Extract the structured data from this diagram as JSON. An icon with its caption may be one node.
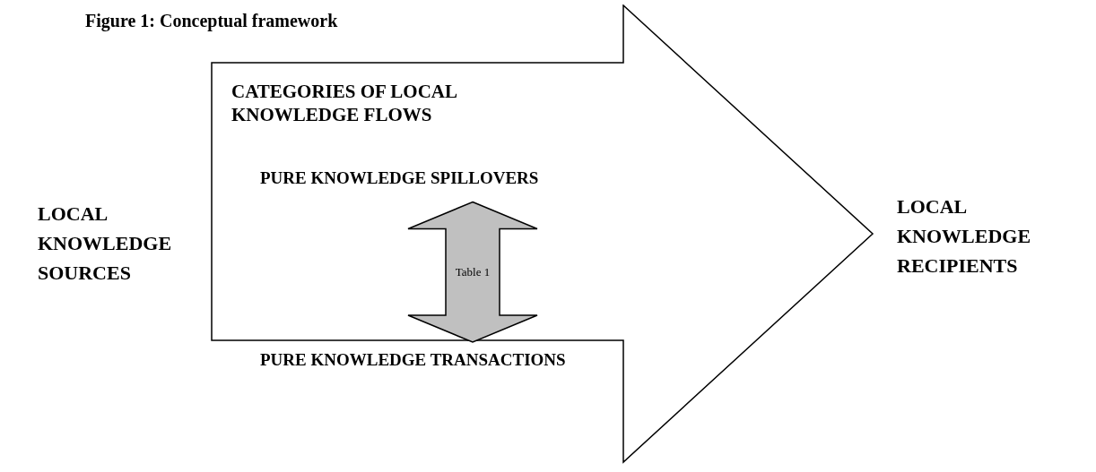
{
  "diagram": {
    "title": "Figure 1: Conceptual framework",
    "nodes": [
      {
        "text": [
          "LOCAL KNOWLEDGE SOURCES"
        ]
      },
      {
        "text": [
          "CATEGORIES OF LOCAL KNOWLEDGE FLOWS"
        ]
      },
      {
        "text": [
          "PURE KNOWLEDGE SPILLOVERS"
        ],
        "in": 1
      },
      {
        "text": [
          "PURE KNOWLEDGE TRANSACTIONS"
        ],
        "in": 1
      },
      {
        "text": [
          "LOCAL KNOWLEDGE RECIPIENTS"
        ]
      }
    ],
    "edges": [
      {
        "from": 2,
        "to": 3,
        "arrow": "both",
        "label": "Table 1",
        "style": "thick"
      }
    ]
  }
}
